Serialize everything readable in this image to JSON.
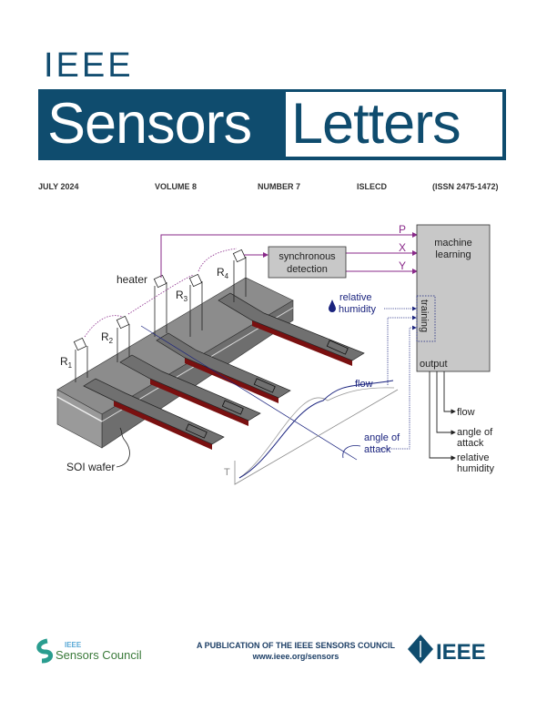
{
  "masthead": {
    "publisher": "IEEE",
    "title_part1": "Sensors",
    "title_part2": "Letters"
  },
  "issue_info": {
    "date": "JULY 2024",
    "volume": "VOLUME 8",
    "number": "NUMBER 7",
    "code": "ISLECD",
    "issn": "(ISSN 2475-1472)"
  },
  "figure": {
    "heater": "heater",
    "resistor": "R",
    "r_subs": [
      "1",
      "2",
      "3",
      "4"
    ],
    "signals": [
      "P",
      "X",
      "Y"
    ],
    "sync_line1": "synchronous",
    "sync_line2": "detection",
    "ml_line1": "machine",
    "ml_line2": "learning",
    "training": "training",
    "output": "output",
    "rh_line1": "relative",
    "rh_line2": "humidity",
    "flow": "flow",
    "aoa_line1": "angle of",
    "aoa_line2": "attack",
    "t_axis": "T",
    "wafer": "SOI wafer",
    "out_flow": "flow",
    "out_aoa1": "angle of",
    "out_aoa2": "attack",
    "out_rh1": "relative",
    "out_rh2": "humidity",
    "colors": {
      "signal": "#8a2a8a",
      "annotation": "#1a237e",
      "beam_edge": "#7a1010"
    }
  },
  "footer": {
    "council_logo_small": "IEEE",
    "council_logo": "Sensors Council",
    "publication": "A PUBLICATION OF THE IEEE SENSORS COUNCIL",
    "url": "www.ieee.org/sensors",
    "ieee_logo": "IEEE"
  }
}
